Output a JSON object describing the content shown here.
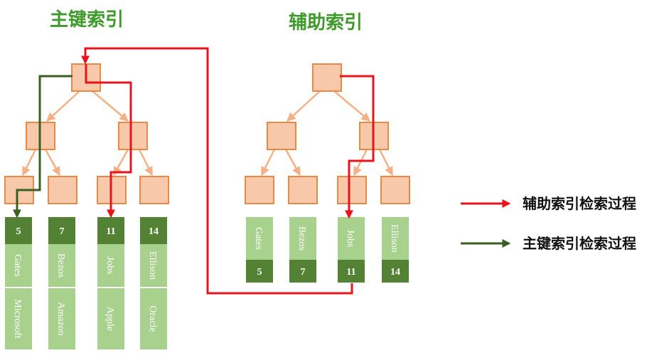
{
  "titles": {
    "primary_index": "主键索引",
    "secondary_index": "辅助索引"
  },
  "legend": {
    "secondary_search": "辅助索引检索过程",
    "primary_search": "主键索引检索过程"
  },
  "primary_leaves": [
    {
      "id": "5",
      "name": "Gates",
      "company": "Microsoft"
    },
    {
      "id": "7",
      "name": "Bezos",
      "company": "Amazon"
    },
    {
      "id": "11",
      "name": "Jobs",
      "company": "Apple"
    },
    {
      "id": "14",
      "name": "Ellison",
      "company": "Oracle"
    }
  ],
  "secondary_leaves": [
    {
      "name": "Gates",
      "id": "5"
    },
    {
      "name": "Bezos",
      "id": "7"
    },
    {
      "name": "Jobs",
      "id": "11"
    },
    {
      "name": "Ellison",
      "id": "14"
    }
  ],
  "colors": {
    "title_green": "#3e9a2a",
    "node_fill": "#f8c8aa",
    "node_border": "#e88a45",
    "edge": "#f4b185",
    "key_cell": "#548235",
    "value_cell": "#a9d18e",
    "secondary_path_red": "#e8141b",
    "primary_path_green": "#3a5f23"
  }
}
